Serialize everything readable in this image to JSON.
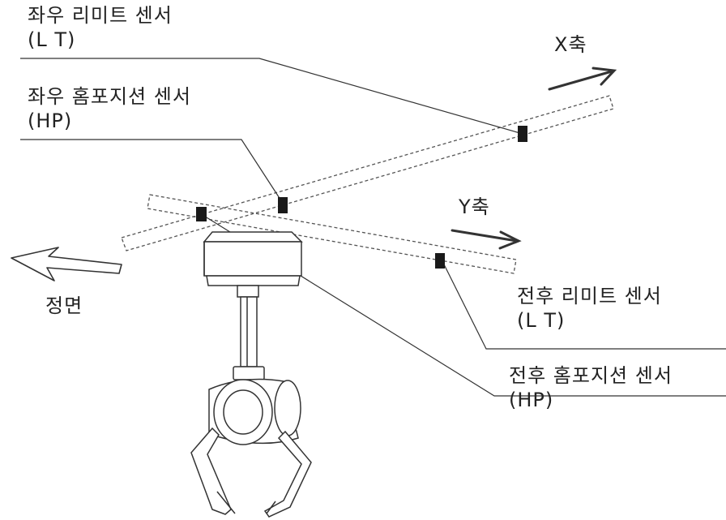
{
  "labels": {
    "lr_limit": {
      "title": "좌우 리미트 센서",
      "code": "(L T)"
    },
    "lr_home": {
      "title": "좌우 홈포지션 센서",
      "code": "(HP)"
    },
    "fb_limit": {
      "title": "전후 리미트 센서",
      "code": "(L T)"
    },
    "fb_home": {
      "title": "전후 홈포지션 센서",
      "code": "(HP)"
    },
    "x_axis": "X축",
    "y_axis": "Y축",
    "front": "정면"
  },
  "colors": {
    "line": "#333333",
    "sensor": "#1a1a1a",
    "rail": "#555555"
  }
}
